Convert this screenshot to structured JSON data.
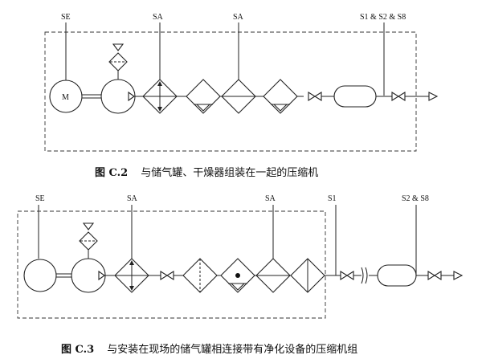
{
  "diagram_c2": {
    "labels": {
      "se": "SE",
      "sa1": "SA",
      "sa2": "SA",
      "s_right": "S1 & S2 & S8",
      "motor": "M"
    },
    "caption_number": "图 C.2",
    "caption_text": "与储气罐、干燥器组装在一起的压缩机"
  },
  "diagram_c3": {
    "labels": {
      "se": "SE",
      "sa1": "SA",
      "sa2": "SA",
      "s1": "S1",
      "s2s8": "S2 & S8"
    },
    "caption_number": "图 C.3",
    "caption_text": "与安装在现场的储气罐相连接带有净化设备的压缩机组"
  }
}
